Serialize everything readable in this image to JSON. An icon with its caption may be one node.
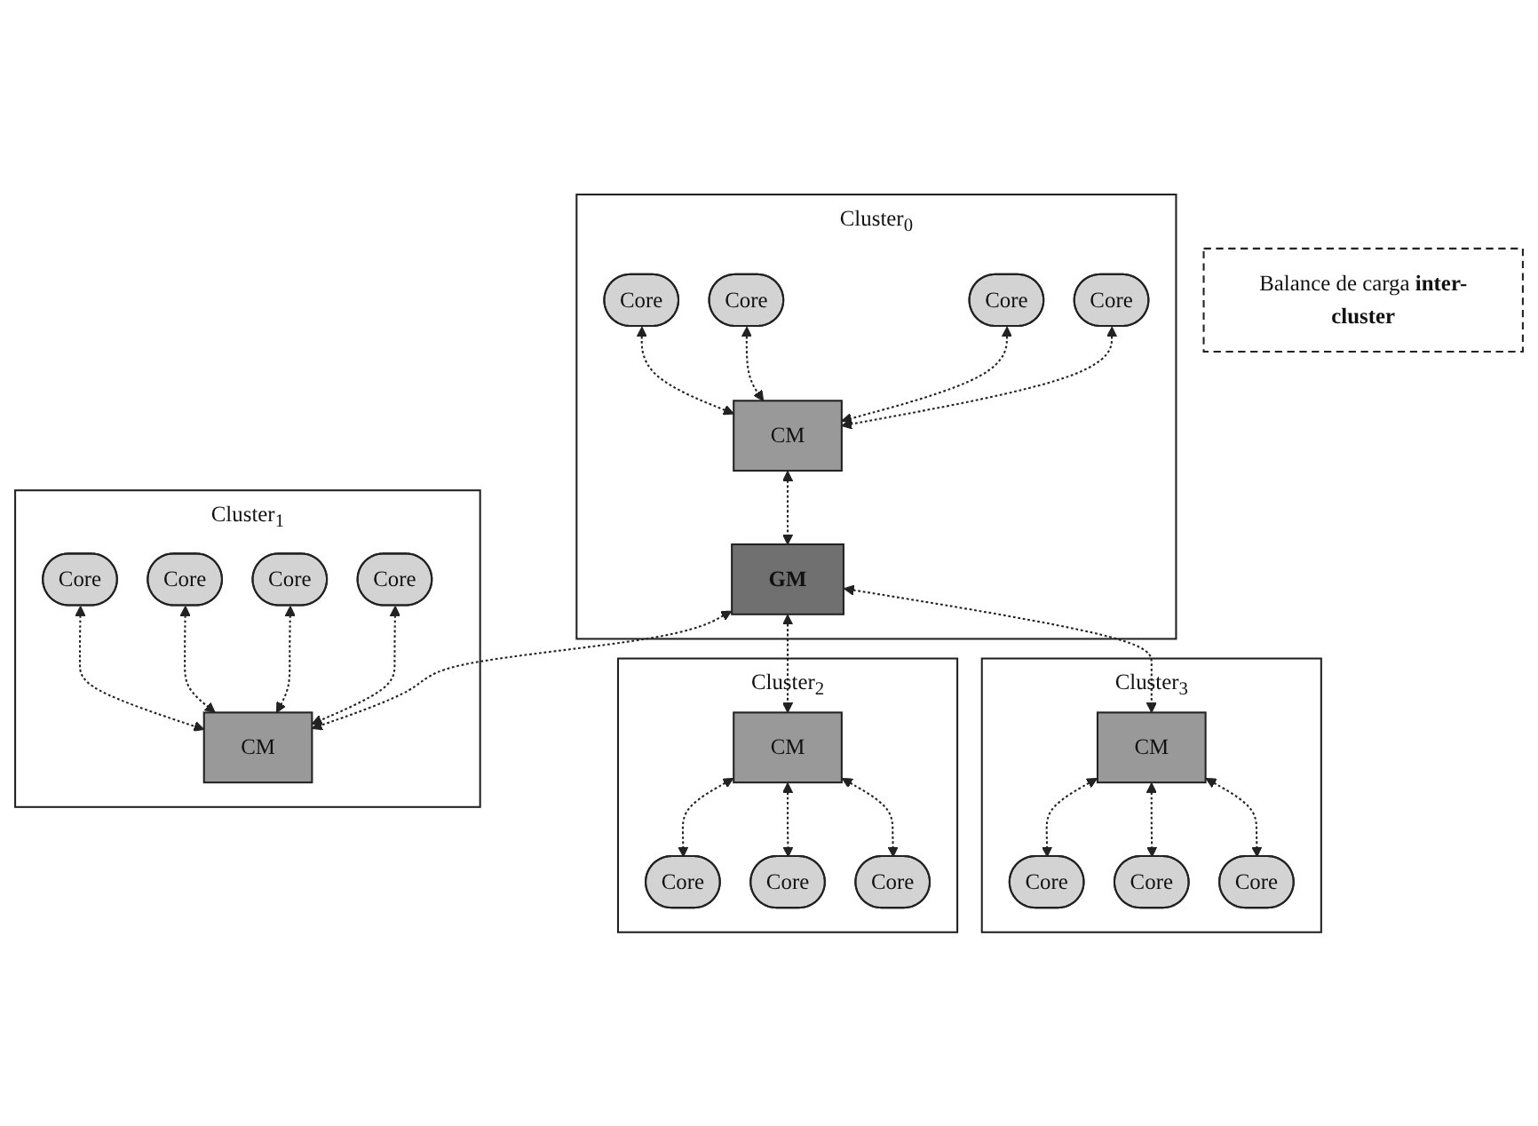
{
  "diagram": {
    "nodes": [
      {
        "text": [
          "Cluster$_{0}$"
        ]
      },
      {
        "text": [
          "Core"
        ],
        "in": 0
      },
      {
        "text": [
          "Core"
        ],
        "in": 0
      },
      {
        "text": [
          "Core"
        ],
        "in": 0
      },
      {
        "text": [
          "Core"
        ],
        "in": 0
      },
      {
        "text": [
          "CM"
        ],
        "in": 0
      },
      {
        "text": [
          "GM"
        ],
        "in": 0
      },
      {
        "text": [
          "Cluster$_{1}$"
        ]
      },
      {
        "text": [
          "Core"
        ],
        "in": 7
      },
      {
        "text": [
          "Core"
        ],
        "in": 7
      },
      {
        "text": [
          "Core"
        ],
        "in": 7
      },
      {
        "text": [
          "Core"
        ],
        "in": 7
      },
      {
        "text": [
          "CM"
        ],
        "in": 7
      },
      {
        "text": [
          "Cluster$_{2}$"
        ]
      },
      {
        "text": [
          "CM"
        ],
        "in": 13
      },
      {
        "text": [
          "Core"
        ],
        "in": 13
      },
      {
        "text": [
          "Core"
        ],
        "in": 13
      },
      {
        "text": [
          "Core"
        ],
        "in": 13
      },
      {
        "text": [
          "Cluster$_{3}$"
        ]
      },
      {
        "text": [
          "CM"
        ],
        "in": 18
      },
      {
        "text": [
          "Core"
        ],
        "in": 18
      },
      {
        "text": [
          "Core"
        ],
        "in": 18
      },
      {
        "text": [
          "Core"
        ],
        "in": 18
      },
      {
        "text": [
          "Balance de carga **inter-cluster**"
        ]
      }
    ],
    "edges": [
      {
        "from": 1,
        "to": 5,
        "arrow": "both",
        "style": "dashed"
      },
      {
        "from": 2,
        "to": 5,
        "arrow": "both",
        "style": "dashed"
      },
      {
        "from": 3,
        "to": 5,
        "arrow": "both",
        "style": "dashed"
      },
      {
        "from": 4,
        "to": 5,
        "arrow": "both",
        "style": "dashed"
      },
      {
        "from": 5,
        "to": 6,
        "arrow": "both",
        "style": "dashed"
      },
      {
        "from": 8,
        "to": 12,
        "arrow": "both",
        "style": "dashed"
      },
      {
        "from": 9,
        "to": 12,
        "arrow": "both",
        "style": "dashed"
      },
      {
        "from": 10,
        "to": 12,
        "arrow": "both",
        "style": "dashed"
      },
      {
        "from": 11,
        "to": 12,
        "arrow": "both",
        "style": "dashed"
      },
      {
        "from": 6,
        "to": 12,
        "arrow": "both",
        "style": "dashed"
      },
      {
        "from": 6,
        "to": 14,
        "arrow": "both",
        "style": "dashed"
      },
      {
        "from": 6,
        "to": 19,
        "arrow": "both",
        "style": "dashed"
      },
      {
        "from": 14,
        "to": 15,
        "arrow": "both",
        "style": "dashed"
      },
      {
        "from": 14,
        "to": 16,
        "arrow": "both",
        "style": "dashed"
      },
      {
        "from": 14,
        "to": 17,
        "arrow": "both",
        "style": "dashed"
      },
      {
        "from": 19,
        "to": 20,
        "arrow": "both",
        "style": "dashed"
      },
      {
        "from": 19,
        "to": 21,
        "arrow": "both",
        "style": "dashed"
      },
      {
        "from": 19,
        "to": 22,
        "arrow": "both",
        "style": "dashed"
      }
    ]
  }
}
